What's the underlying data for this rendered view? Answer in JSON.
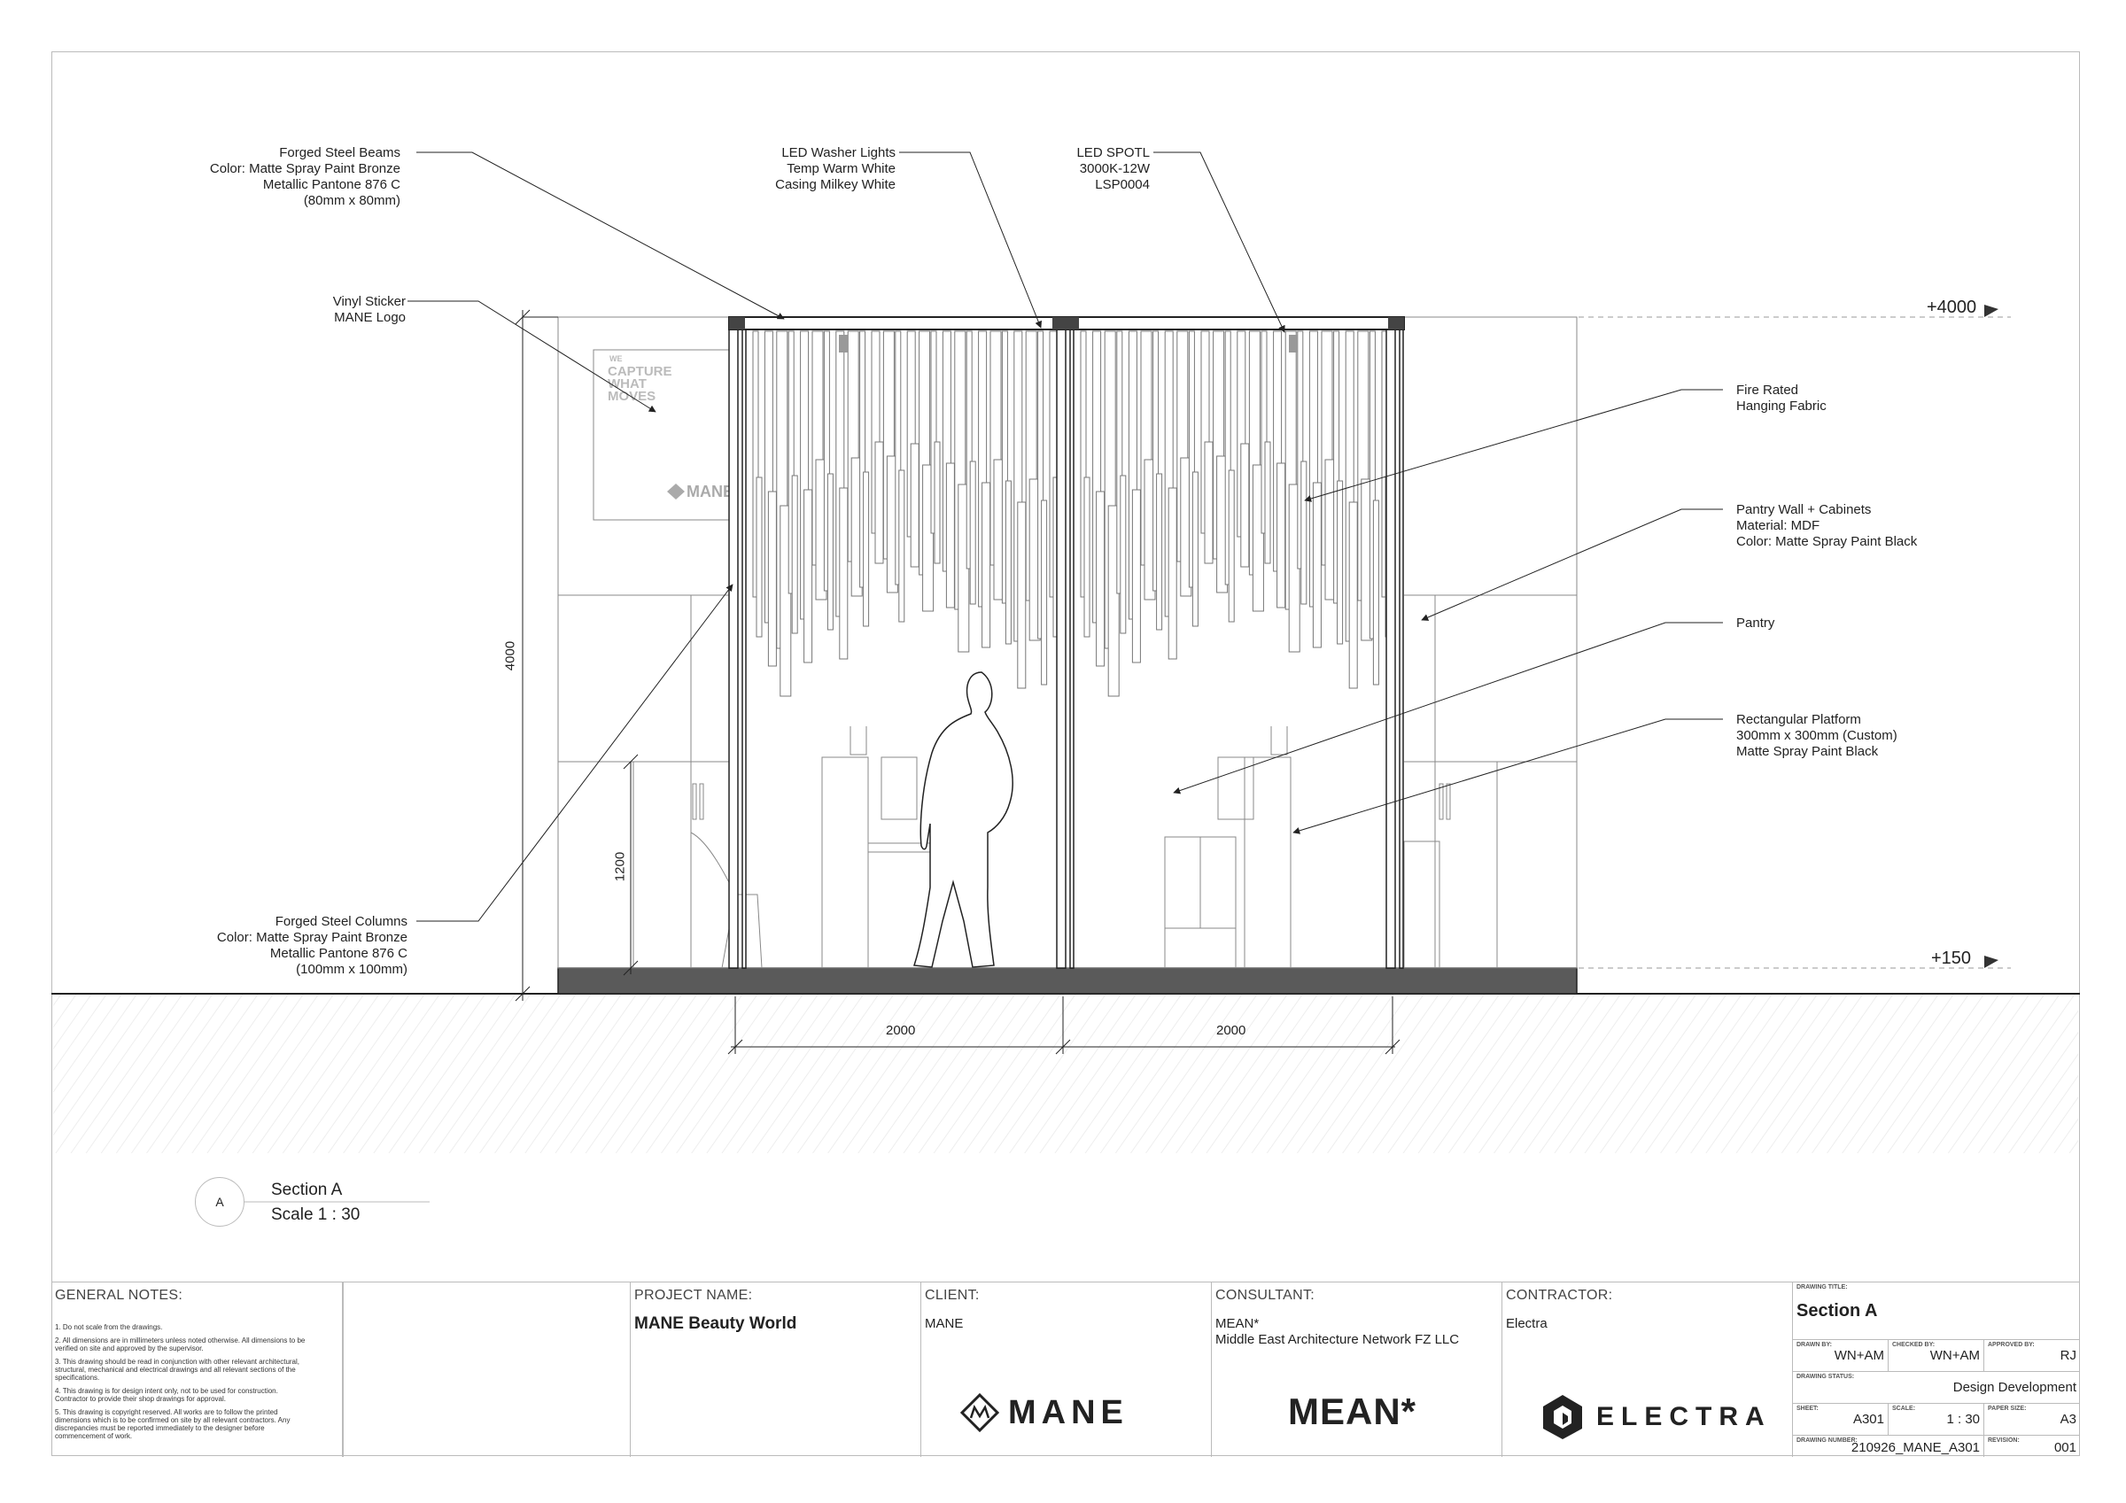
{
  "callouts": {
    "forged_beams": [
      "Forged Steel Beams",
      "Color: Matte Spray Paint Bronze",
      "Metallic Pantone 876 C",
      "(80mm x 80mm)"
    ],
    "led_washer": [
      "LED Washer Lights",
      "Temp Warm White",
      "Casing Milkey White"
    ],
    "led_spot": [
      "LED SPOTL",
      "3000K-12W",
      "LSP0004"
    ],
    "vinyl_sticker": [
      "Vinyl Sticker",
      "MANE Logo"
    ],
    "fabric": [
      "Fire Rated",
      "Hanging Fabric"
    ],
    "pantry_wall": [
      "Pantry Wall + Cabinets",
      "Material: MDF",
      "Color: Matte Spray Paint Black"
    ],
    "pantry": [
      "Pantry"
    ],
    "platform": [
      "Rectangular Platform",
      "300mm x 300mm (Custom)",
      "Matte Spray Paint Black"
    ],
    "forged_columns": [
      "Forged Steel Columns",
      "Color: Matte Spray Paint Bronze",
      "Metallic Pantone 876 C",
      "(100mm x 100mm)"
    ]
  },
  "levels": {
    "top": "+4000",
    "bottom": "+150"
  },
  "dimensions": {
    "height": "4000",
    "pantry_height": "1200",
    "bay_left": "2000",
    "bay_right": "2000"
  },
  "poster": {
    "small": "WE",
    "lines": [
      "CAPTURE",
      "WHAT",
      "MOVES"
    ],
    "logo": "MANE"
  },
  "section": {
    "bubble": "A",
    "title": "Section A",
    "scale": "Scale 1 : 30"
  },
  "title_block": {
    "general_notes_label": "GENERAL NOTES:",
    "notes": [
      "1. Do not scale from the drawings.",
      "2. All dimensions are in millimeters unless noted otherwise. All dimensions to be verified on site and approved  by the supervisor.",
      "3. This drawing should be read in conjunction with other relevant  architectural, structural, mechanical and electrical drawings and all  relevant sections of the specifications.",
      "4. This drawing is for design intent only, not to be used for construction. Contractor to provide their shop  drawings for approval.",
      "5. This drawing is copyright reserved. All works are to follow the printed dimensions which is to be confirmed on  site by all  relevant  contractors. Any discrepancies must be reported immediately to the designer before commencement  of work."
    ],
    "project_label": "PROJECT NAME:",
    "project_value": "MANE Beauty World",
    "client_label": "CLIENT:",
    "client_value": "MANE",
    "client_logo": "MANE",
    "consultant_label": "CONSULTANT:",
    "consultant_value": [
      "MEAN*",
      "Middle East Architecture Network FZ LLC"
    ],
    "consultant_logo": "MEAN*",
    "contractor_label": "CONTRACTOR:",
    "contractor_value": "Electra",
    "contractor_logo": "ELECTRA",
    "drawing_title_label": "DRAWING TITLE:",
    "drawing_title": "Section A",
    "drawn_by_label": "DRAWN BY:",
    "drawn_by": "WN+AM",
    "checked_by_label": "CHECKED BY:",
    "checked_by": "WN+AM",
    "approved_by_label": "APPROVED BY:",
    "approved_by": "RJ",
    "status_label": "DRAWING STATUS:",
    "status": "Design Development",
    "sheet_label": "SHEET:",
    "sheet": "A301",
    "scale_label": "SCALE:",
    "scale": "1 : 30",
    "paper_label": "PAPER SIZE:",
    "paper": "A3",
    "number_label": "DRAWING NUMBER:",
    "number": "210926_MANE_A301",
    "revision_label": "REVISION:",
    "revision": "001"
  }
}
